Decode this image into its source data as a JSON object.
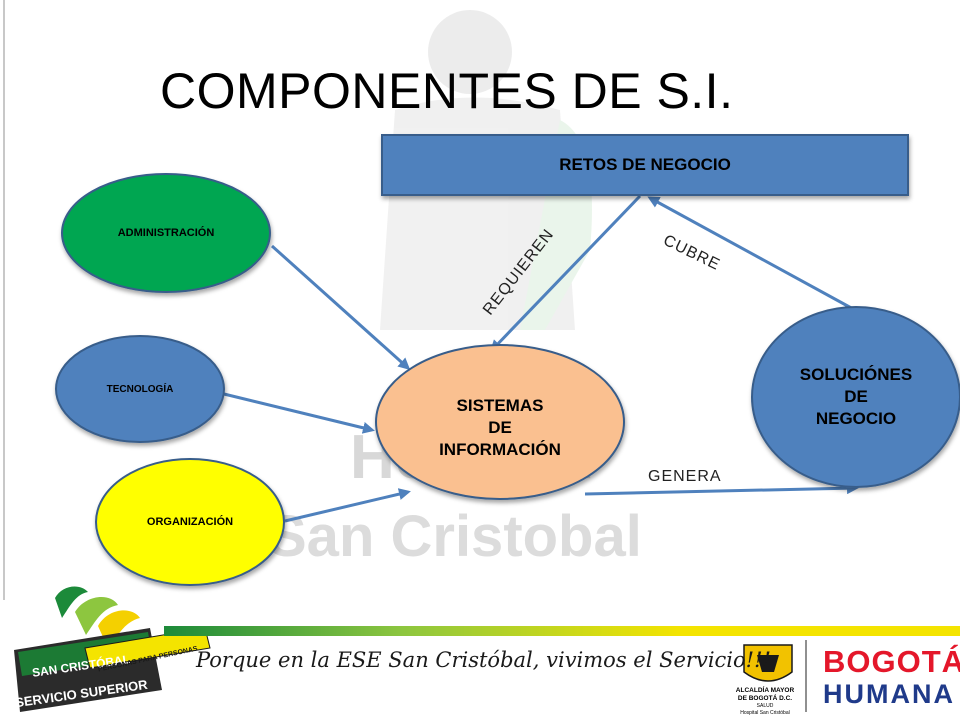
{
  "slide": {
    "title": "COMPONENTES DE S.I."
  },
  "colors": {
    "administracion": "#00a651",
    "tecnologia": "#4f81bd",
    "organizacion": "#ffff00",
    "sistemas": "#fac090",
    "soluciones": "#4f81bd",
    "retos": "#4f81bd",
    "arrow": "#4f81bd",
    "node_outline": "#385d8a"
  },
  "nodes": {
    "retos": {
      "label": "RETOS DE NEGOCIO"
    },
    "administracion": {
      "label": "ADMINISTRACIÓN"
    },
    "tecnologia": {
      "label": "TECNOLOGÍA"
    },
    "organizacion": {
      "label": "ORGANIZACIÓN"
    },
    "sistemas": {
      "lines": [
        "SISTEMAS",
        "DE",
        "INFORMACIÓN"
      ]
    },
    "soluciones": {
      "lines": [
        "SOLUCIÓNES",
        "DE",
        "NEGOCIO"
      ]
    }
  },
  "edges": {
    "requieren": "REQUIEREN",
    "cubre": "CUBRE",
    "genera": "GENERA"
  },
  "footer": {
    "slogan": "Porque en la ESE San Cristóbal, vivimos el Servicio!!!",
    "badge_top": "SAN CRISTÓBAL",
    "badge_ribbon": "PERSONAS PARA PERSONAS",
    "badge_bottom": "SERVICIO SUPERIOR",
    "alcaldia_line1": "ALCALDÍA MAYOR",
    "alcaldia_line2": "DE BOGOTÁ D.C.",
    "alcaldia_line3": "SALUD",
    "alcaldia_line4": "Hospital San Cristóbal",
    "bogota": "BOGOTÁ",
    "humana": "HUMANA"
  },
  "watermark": {
    "line1": "Hospital",
    "line2": "San Cristobal"
  }
}
